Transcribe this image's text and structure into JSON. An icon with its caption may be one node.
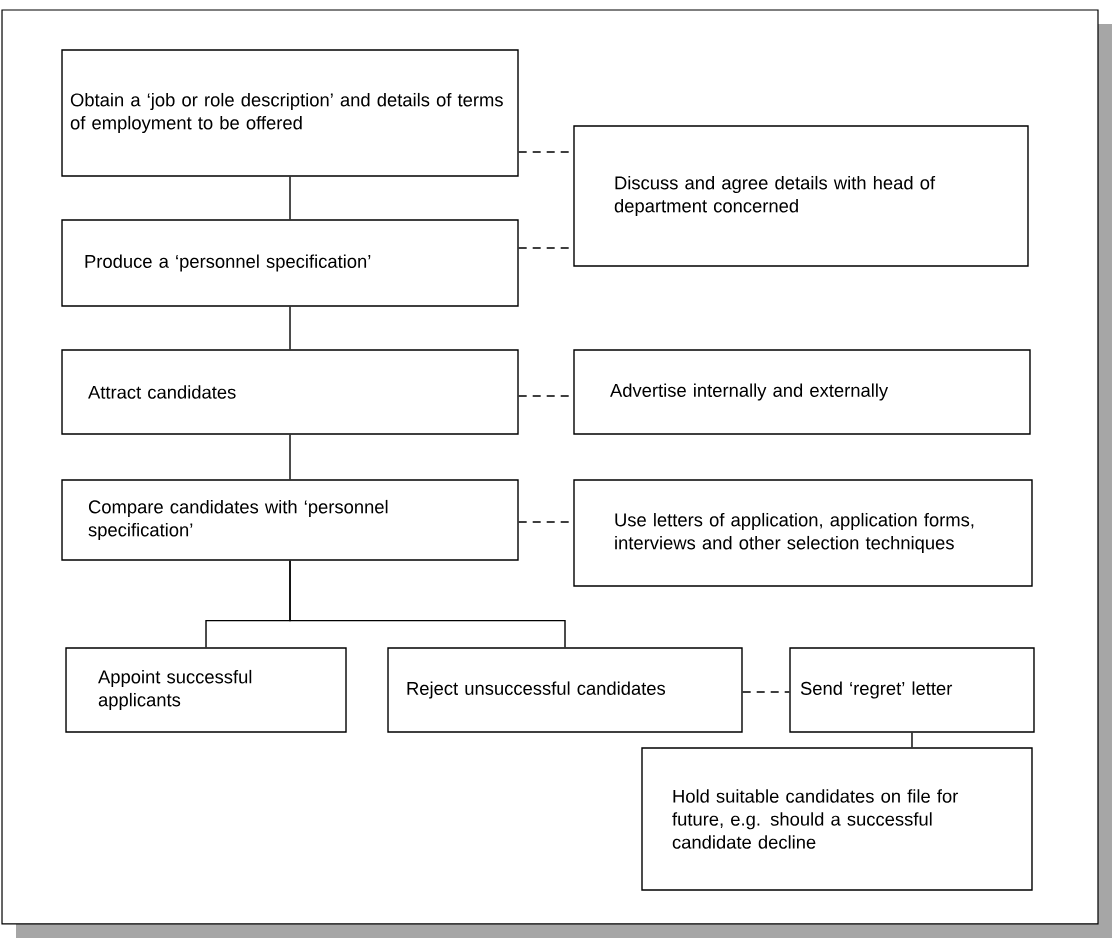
{
  "diagram": {
    "nodes": [
      {
        "text": [
          "Obtain a ‘job or role description’ and details of terms of employment to be offered"
        ]
      },
      {
        "text": [
          "Discuss and agree details with head of department concerned"
        ]
      },
      {
        "text": [
          "Produce a ‘personnel specification’"
        ]
      },
      {
        "text": [
          "Attract candidates"
        ]
      },
      {
        "text": [
          "Advertise internally and externally"
        ]
      },
      {
        "text": [
          "Compare candidates with ‘personnel specification’"
        ]
      },
      {
        "text": [
          "Use letters of application, application forms, interviews and other selection techniques"
        ]
      },
      {
        "text": [
          "Appoint successful applicants"
        ]
      },
      {
        "text": [
          "Reject unsuccessful candidates"
        ]
      },
      {
        "text": [
          "Send ‘regret’ letter"
        ]
      },
      {
        "text": [
          "Hold suitable candidates on file for future, e.g. should a successful candidate decline"
        ]
      }
    ],
    "edges": [
      {
        "from": 0,
        "to": 2,
        "arrow": "none"
      },
      {
        "from": 0,
        "to": 1,
        "arrow": "none",
        "style": "dashed"
      },
      {
        "from": 2,
        "to": 1,
        "arrow": "none",
        "style": "dashed"
      },
      {
        "from": 2,
        "to": 3,
        "arrow": "none"
      },
      {
        "from": 3,
        "to": 4,
        "arrow": "none",
        "style": "dashed"
      },
      {
        "from": 3,
        "to": 5,
        "arrow": "none"
      },
      {
        "from": 5,
        "to": 6,
        "arrow": "none",
        "style": "dashed"
      },
      {
        "from": 5,
        "to": 7,
        "arrow": "none"
      },
      {
        "from": 5,
        "to": 8,
        "arrow": "none"
      },
      {
        "from": 8,
        "to": 9,
        "arrow": "none",
        "style": "dashed"
      },
      {
        "from": 9,
        "to": 10,
        "arrow": "none"
      }
    ]
  }
}
